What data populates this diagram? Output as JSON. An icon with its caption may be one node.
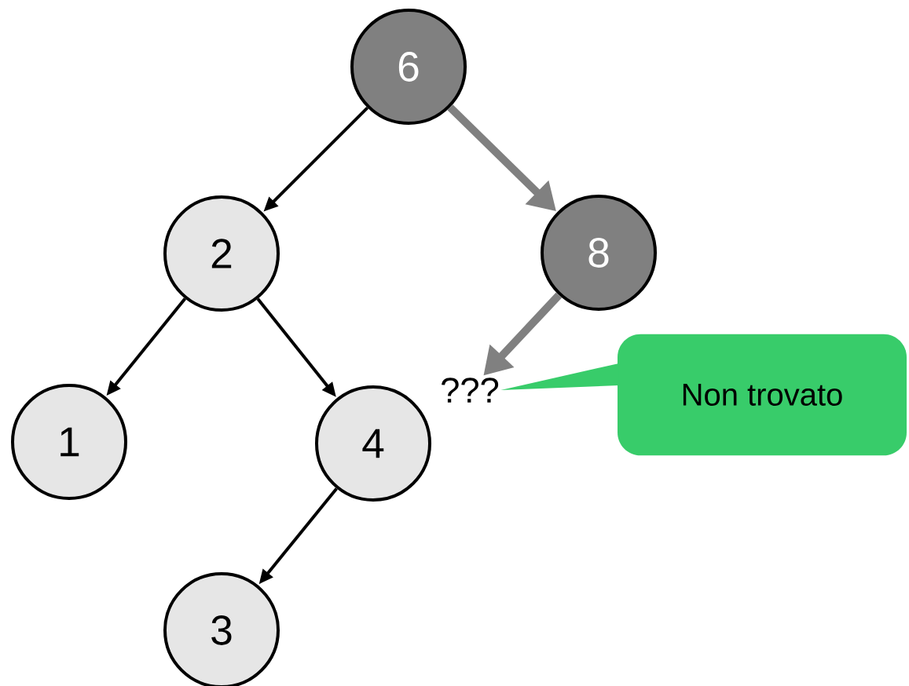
{
  "diagram": {
    "nodes": [
      {
        "text": [
          "6"
        ]
      },
      {
        "text": [
          "2"
        ]
      },
      {
        "text": [
          "8"
        ]
      },
      {
        "text": [
          "1"
        ]
      },
      {
        "text": [
          "4"
        ]
      },
      {
        "text": [
          "???"
        ]
      },
      {
        "text": [
          "Non trovato"
        ]
      },
      {
        "text": [
          "3"
        ]
      }
    ],
    "edges": [
      {
        "from": 0,
        "to": 1,
        "arrow": "to"
      },
      {
        "from": 0,
        "to": 2,
        "arrow": "to",
        "style": "thick",
        "color": "#808080"
      },
      {
        "from": 1,
        "to": 3,
        "arrow": "to"
      },
      {
        "from": 1,
        "to": 4,
        "arrow": "to"
      },
      {
        "from": 2,
        "to": 5,
        "arrow": "to",
        "style": "thick",
        "color": "#808080"
      },
      {
        "from": 6,
        "to": 5,
        "arrow": "none",
        "style": "thick",
        "color": "#38cc6a"
      },
      {
        "from": 4,
        "to": 7,
        "arrow": "to"
      }
    ]
  }
}
